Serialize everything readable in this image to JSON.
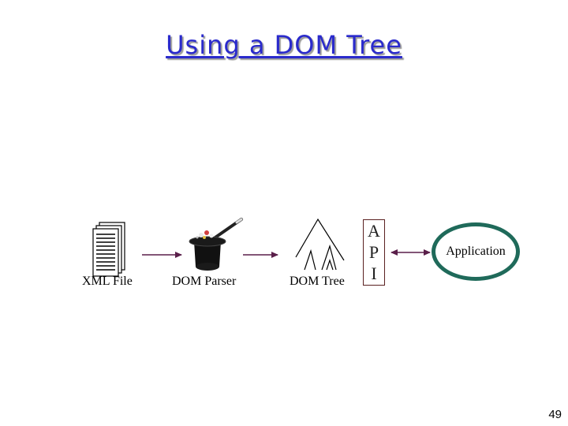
{
  "title": "Using a DOM Tree",
  "nodes": {
    "xml_file": "XML File",
    "dom_parser": "DOM Parser",
    "dom_tree": "DOM Tree",
    "application": "Application"
  },
  "api": {
    "letters": [
      "A",
      "P",
      "I"
    ]
  },
  "page_number": "49",
  "colors": {
    "title": "#2a2acc",
    "arrows": "#5a1f4a",
    "app_border": "#1f6a5a",
    "api_border": "#5a2020"
  },
  "icons": [
    "document-icon",
    "magic-hat-icon",
    "tree-icon"
  ]
}
